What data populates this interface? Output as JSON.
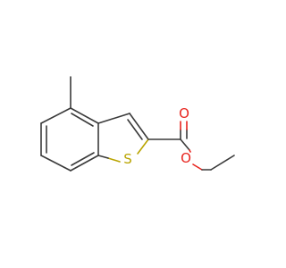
{
  "molecule": {
    "atoms": {
      "sulfur": {
        "symbol": "S",
        "color": "#b9a400"
      },
      "carbonyl_oxygen": {
        "symbol": "O",
        "color": "#e8251f"
      },
      "ester_oxygen": {
        "symbol": "O",
        "color": "#e8251f"
      }
    },
    "bond_color": "#3a3a3a"
  }
}
